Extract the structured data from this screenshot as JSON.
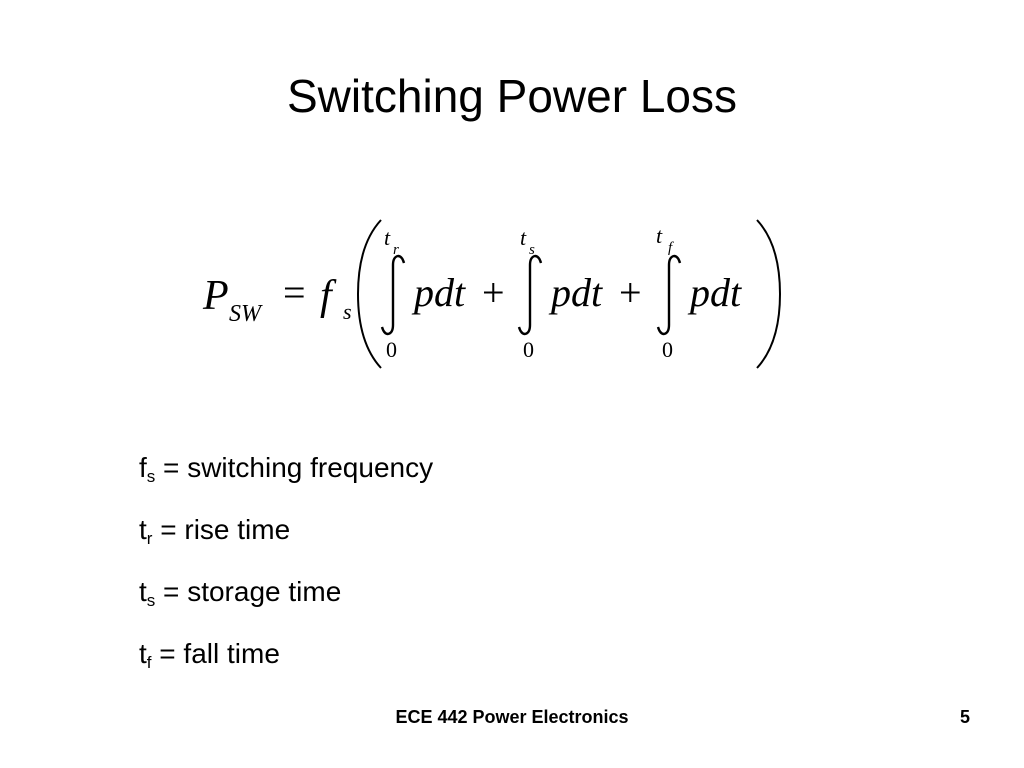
{
  "slide": {
    "title": "Switching Power Loss",
    "footer": "ECE 442 Power Electronics",
    "page_number": "5"
  },
  "equation": {
    "lhs_symbol": "P",
    "lhs_subscript": "SW",
    "equals": "=",
    "factor_symbol": "f",
    "factor_subscript": "s",
    "plus": "+",
    "integrands": [
      "pdt",
      "pdt",
      "pdt"
    ],
    "upper_limits": [
      {
        "symbol": "t",
        "subscript": "r"
      },
      {
        "symbol": "t",
        "subscript": "s"
      },
      {
        "symbol": "t",
        "subscript": "f"
      }
    ],
    "lower_limits": [
      "0",
      "0",
      "0"
    ]
  },
  "definitions": [
    {
      "symbol": "f",
      "subscript": "s",
      "text": " = switching frequency"
    },
    {
      "symbol": "t",
      "subscript": "r",
      "text": " = rise time"
    },
    {
      "symbol": "t",
      "subscript": "s",
      "text": " = storage time"
    },
    {
      "symbol": "t",
      "subscript": "f",
      "text": " = fall time"
    }
  ]
}
